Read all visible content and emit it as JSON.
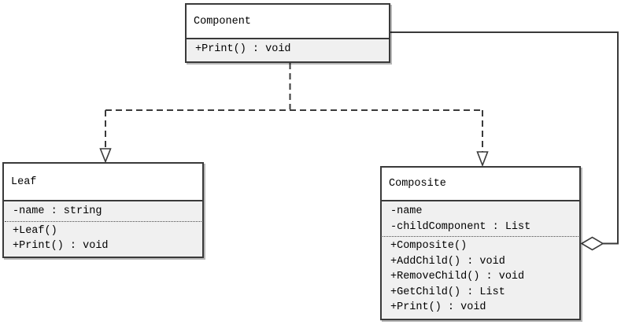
{
  "diagram": {
    "kind": "uml-class-diagram",
    "pattern": "Composite",
    "colors": {
      "background": "#ffffff",
      "border": "#3a3a3a",
      "compartment_fill": "#f0f0f0",
      "text": "#000000"
    },
    "classes": {
      "component": {
        "name": "Component",
        "methods": [
          "+Print() : void"
        ]
      },
      "leaf": {
        "name": "Leaf",
        "attributes": [
          "-name : string"
        ],
        "methods": [
          "+Leaf()",
          "+Print() : void"
        ]
      },
      "composite": {
        "name": "Composite",
        "attributes": [
          "-name",
          "-childComponent : List"
        ],
        "methods": [
          "+Composite()",
          "+AddChild() : void",
          "+RemoveChild() : void",
          "+GetChild() : List",
          "+Print() : void"
        ]
      }
    },
    "relationships": [
      {
        "from": "Leaf",
        "to": "Component",
        "line": "dashed",
        "marker": "hollow-triangle"
      },
      {
        "from": "Composite",
        "to": "Component",
        "line": "dashed",
        "marker": "hollow-triangle"
      },
      {
        "from": "Component",
        "to": "Composite",
        "line": "solid",
        "marker": "hollow-diamond"
      }
    ]
  }
}
